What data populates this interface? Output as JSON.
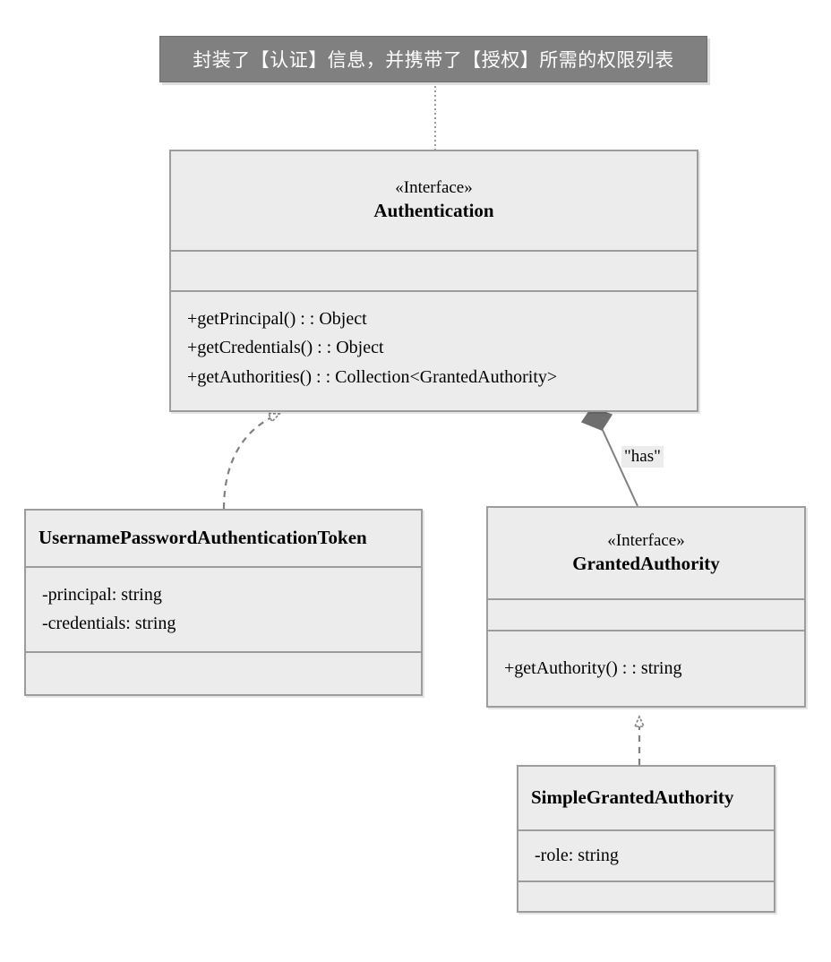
{
  "diagram": {
    "type": "uml-class-diagram",
    "note": {
      "text": "封装了【认证】信息，并携带了【授权】所需的权限列表"
    },
    "classes": [
      {
        "id": "authentication",
        "stereotype": "«Interface»",
        "name": "Authentication",
        "attributes": [],
        "methods": [
          "+getPrincipal() : : Object",
          "+getCredentials() : : Object",
          "+getAuthorities() : : Collection<GrantedAuthority>"
        ]
      },
      {
        "id": "username-password-authentication-token",
        "stereotype": "",
        "name": "UsernamePasswordAuthenticationToken",
        "attributes": [
          "-principal: string",
          "-credentials: string"
        ],
        "methods": []
      },
      {
        "id": "granted-authority",
        "stereotype": "«Interface»",
        "name": "GrantedAuthority",
        "attributes": [],
        "methods": [
          "+getAuthority() : : string"
        ]
      },
      {
        "id": "simple-granted-authority",
        "stereotype": "",
        "name": "SimpleGrantedAuthority",
        "attributes": [
          "-role: string"
        ],
        "methods": []
      }
    ],
    "relationships": [
      {
        "id": "note-anchor",
        "kind": "note-link",
        "from": "note",
        "to": "authentication",
        "label": ""
      },
      {
        "id": "token-implements-authentication",
        "kind": "realization",
        "from": "username-password-authentication-token",
        "to": "authentication",
        "label": ""
      },
      {
        "id": "authentication-has-granted-authority",
        "kind": "composition",
        "from": "authentication",
        "to": "granted-authority",
        "label": "\"has\""
      },
      {
        "id": "simple-implements-granted-authority",
        "kind": "realization",
        "from": "simple-granted-authority",
        "to": "granted-authority",
        "label": ""
      }
    ],
    "colors": {
      "class_fill": "#ececec",
      "class_border": "#9c9c9c",
      "note_fill": "#808080",
      "note_text": "#ffffff",
      "edge": "#808080",
      "text": "#000000",
      "background": "#ffffff"
    }
  }
}
